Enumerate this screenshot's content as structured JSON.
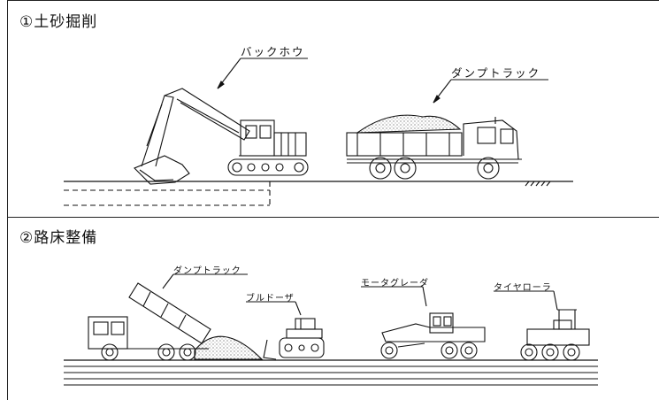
{
  "sections": [
    {
      "title": "①土砂掘削",
      "labels": {
        "backhoe": "バックホウ",
        "dump_truck": "ダンプトラック"
      }
    },
    {
      "title": "②路床整備",
      "labels": {
        "dump_truck": "ダンプトラック",
        "bulldozer": "ブルドーザ",
        "motor_grader": "モータグレーダ",
        "tire_roller": "タイヤローラ"
      }
    }
  ]
}
